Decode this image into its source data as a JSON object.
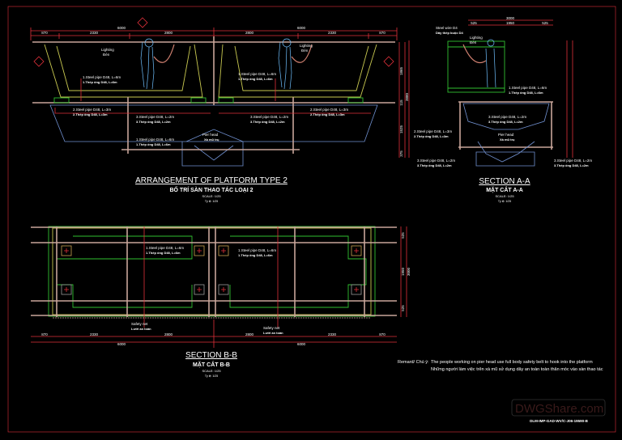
{
  "main_view": {
    "title": "ARRANGEMENT OF PLATFORM TYPE 2",
    "subtitle": "BỐ TRÍ SÀN THAO TÁC LOẠI 2",
    "scale": "SCALE: 1/25",
    "scale_vn": "Tỷ lệ: 1/25",
    "dims_top": [
      "6000",
      "6000"
    ],
    "dims_parts": [
      "870",
      "2330",
      "2800",
      "2800",
      "2330",
      "870"
    ],
    "dims_vertical": [
      "1865",
      "115",
      "1525",
      "375",
      "3880"
    ],
    "labels": {
      "lighting": "Lighting",
      "lighting_vn": "Đèn",
      "pipe1": "1.Steel pipe D48, L=6m",
      "pipe1_vn": "1.Thép ống D48, L=6m",
      "pipe2": "2.Steel pipe D48, L=3m",
      "pipe2_vn": "2.Thép ống D48, L=3m",
      "pipe3": "3.Steel pipe D48, L=2m",
      "pipe3_vn": "3.Thép ống D48, L=2m",
      "pier_head": "Pier head",
      "pier_head_vn": "Xà mũ trụ"
    }
  },
  "section_aa": {
    "title": "SECTION A-A",
    "subtitle": "MẶT CẮT A-A",
    "scale": "SCALE: 1/25",
    "scale_vn": "Tỷ lệ: 1/25",
    "dims_top": [
      "3000"
    ],
    "dims_parts": [
      "525",
      "1950",
      "525"
    ],
    "steel_wire": "Steel wire D4",
    "steel_wire_vn": "Dây thép buộc D4"
  },
  "section_bb": {
    "title": "SECTION B-B",
    "subtitle": "MẶT CẮT B-B",
    "scale": "SCALE: 1/25",
    "scale_vn": "Tỷ lệ: 1/25",
    "dims_vertical": [
      "525",
      "1950",
      "525",
      "3000"
    ],
    "safety_net": "Safety net",
    "safety_net_vn": "Lưới an toàn"
  },
  "remark": {
    "label": "Remard/ Chú ý:",
    "line1": "The people working on pier head use full body safety belt to hook into the platform",
    "line2": "Những người làm việc trên xà mũ sử dụng dây an toàn toàn thân móc vào sàn thao tác"
  },
  "title_block": {
    "watermark": "DWGShare.com",
    "drawing_code": "DLM-IMP-GAD-WV/C-J06-19590-B"
  },
  "colors": {
    "background": "#000000",
    "dimension": "#e0303a",
    "pipe": "#c9a69a",
    "girder": "#c8c850",
    "platform": "#30c030",
    "pier": "#7090d0",
    "worker": "#6fc0ff"
  }
}
